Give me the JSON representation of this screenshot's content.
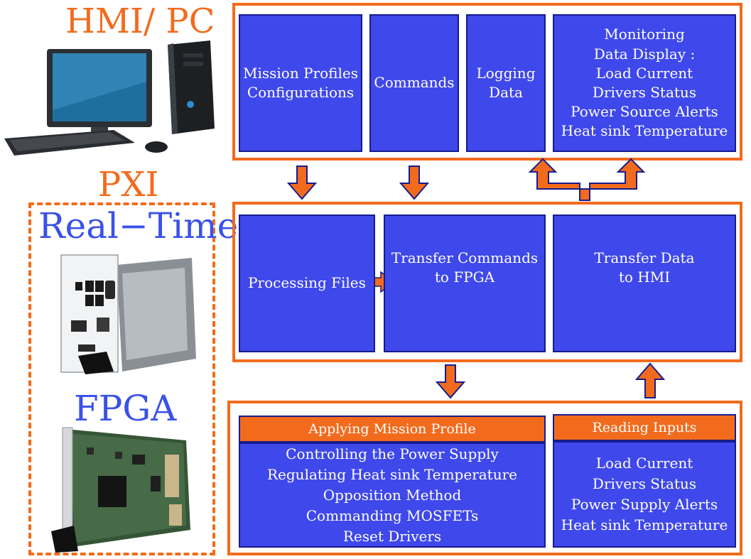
{
  "labels": {
    "hmi": "HMI/ PC",
    "pxi": "PXI",
    "real_time": "Real−Time",
    "fpga": "FPGA"
  },
  "hmi_blocks": [
    {
      "text": "Mission Profiles\nConfigurations"
    },
    {
      "text": "Commands"
    },
    {
      "text": "Logging\nData"
    },
    {
      "text": "Monitoring\nData Display :\nLoad Current\nDrivers Status\nPower Source Alerts\nHeat sink Temperature"
    }
  ],
  "rt_blocks": [
    {
      "text": "Processing Files"
    },
    {
      "text": "Transfer Commands\nto FPGA"
    },
    {
      "text": "Transfer Data\nto HMI"
    }
  ],
  "fpga_blocks": {
    "applying": {
      "header": "Applying Mission Profile",
      "items": [
        "Controlling the Power Supply",
        "Regulating Heat sink Temperature",
        "Opposition Method",
        "Commanding MOSFETs",
        "Reset Drivers"
      ]
    },
    "reading": {
      "header": "Reading Inputs",
      "items": [
        "Load Current",
        "Drivers Status",
        "Power Supply Alerts",
        "Heat sink Temperature"
      ]
    }
  },
  "colors": {
    "frame": "#f26b1d",
    "block": "#3f48ea",
    "block_border": "#151c8c",
    "label_blue": "#3a52e8"
  }
}
